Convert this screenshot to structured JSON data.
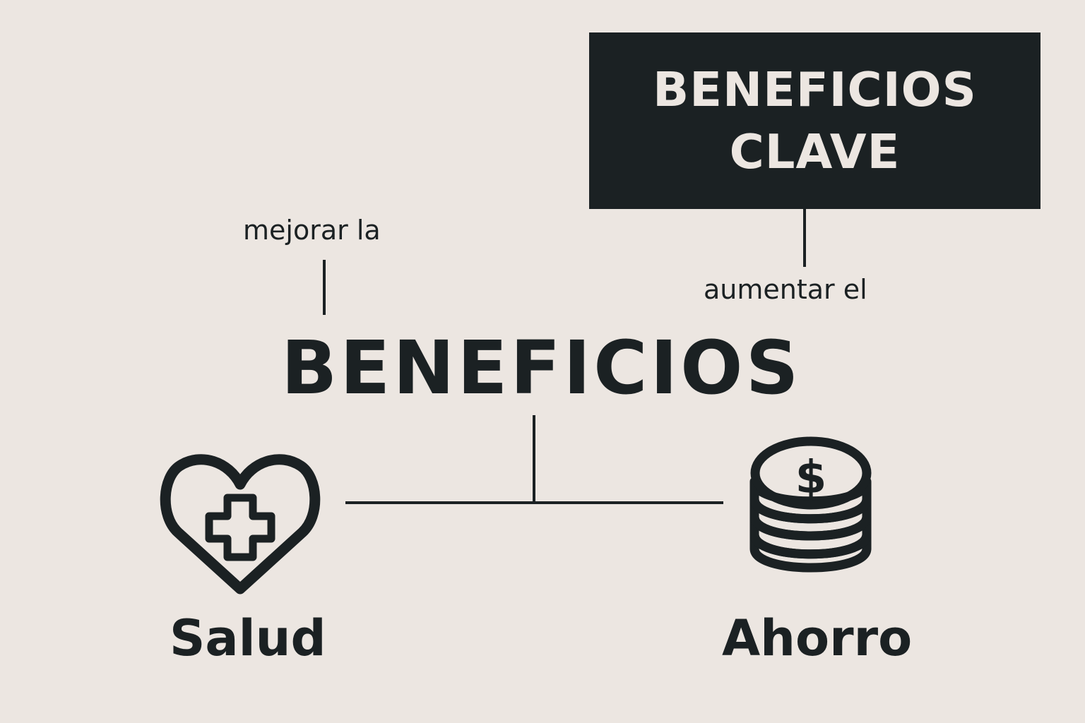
{
  "colors": {
    "background": "#ece6e1",
    "ink": "#1b2123",
    "title_box_fill": "#1b2123",
    "title_box_text": "#ece6e1"
  },
  "title_box": {
    "text": "BENEFICIOS\nCLAVE"
  },
  "notes": {
    "left": "mejorar la",
    "right": "aumentar el"
  },
  "center_word": "BENEFICIOS",
  "branches": [
    {
      "label": "Salud",
      "icon": "heart-plus-icon"
    },
    {
      "label": "Ahorro",
      "icon": "coin-stack-icon"
    }
  ],
  "coin_symbol": "$"
}
